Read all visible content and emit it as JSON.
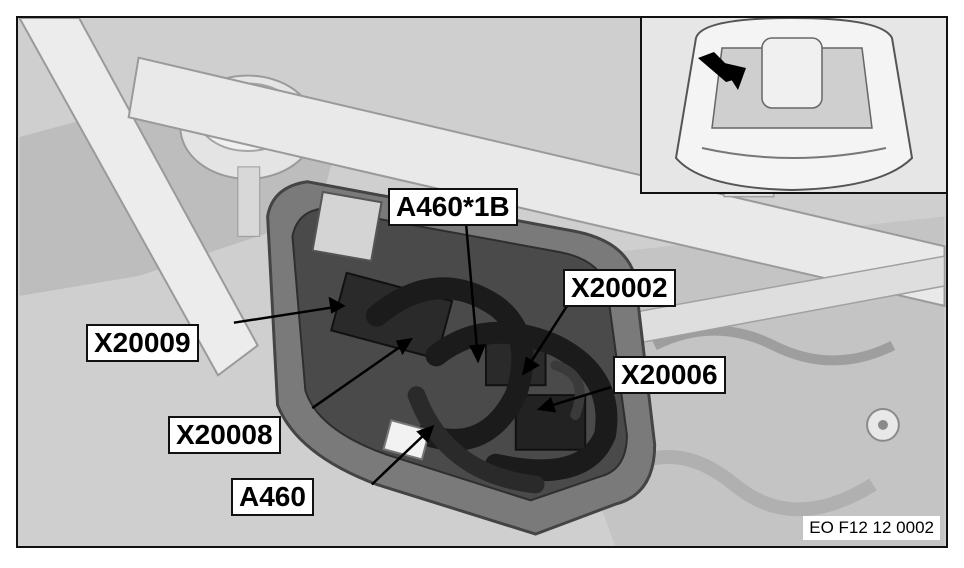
{
  "labels": {
    "a460_1b": "A460*1B",
    "x20002": "X20002",
    "x20009": "X20009",
    "x20008": "X20008",
    "x20006": "X20006",
    "a460": "A460"
  },
  "caption": "EO F12 12 0002",
  "colors": {
    "background": "#cfcfcf",
    "strut": "#e9e9e9",
    "housing": "#5a5a5a",
    "cable": "#1b1b1b",
    "label_bg": "#ffffff",
    "outline": "#111111"
  }
}
